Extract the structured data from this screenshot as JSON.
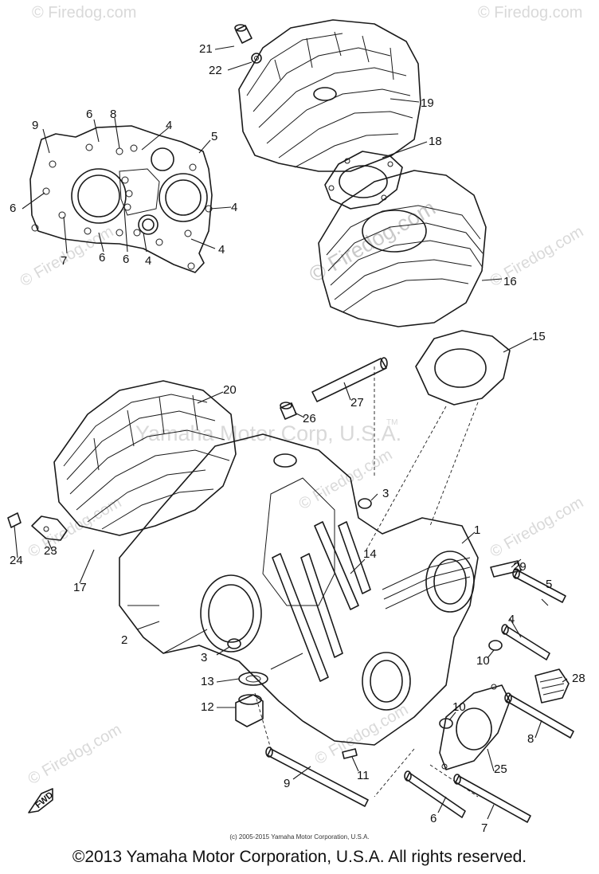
{
  "callouts": {
    "c1": "1",
    "c2": "2",
    "c3a": "3",
    "c3b": "3",
    "c4a": "4",
    "c4b": "4",
    "c4c": "4",
    "c4d": "4",
    "c4e": "4",
    "c5a": "5",
    "c5b": "5",
    "c6a": "6",
    "c6b": "6",
    "c6c": "6",
    "c6d": "6",
    "c6e": "6",
    "c7a": "7",
    "c7b": "7",
    "c8a": "8",
    "c8b": "8",
    "c9a": "9",
    "c9b": "9",
    "c10a": "10",
    "c10b": "10",
    "c11": "11",
    "c12": "12",
    "c13": "13",
    "c14": "14",
    "c15": "15",
    "c16": "16",
    "c17": "17",
    "c18": "18",
    "c19": "19",
    "c20": "20",
    "c21": "21",
    "c22": "22",
    "c23": "23",
    "c24": "24",
    "c25": "25",
    "c26": "26",
    "c27": "27",
    "c28": "28",
    "c29": "29"
  },
  "fwd_label": "FWD",
  "watermark": "© Firedog.com",
  "tm_watermark": "Yamaha Motor Corp, U.S.A.",
  "tm_mark": "TM",
  "small_copyright": "(c) 2005-2015 Yamaha Motor Corporation, U.S.A.",
  "footer": "©2013 Yamaha Motor Corporation, U.S.A. All rights reserved."
}
